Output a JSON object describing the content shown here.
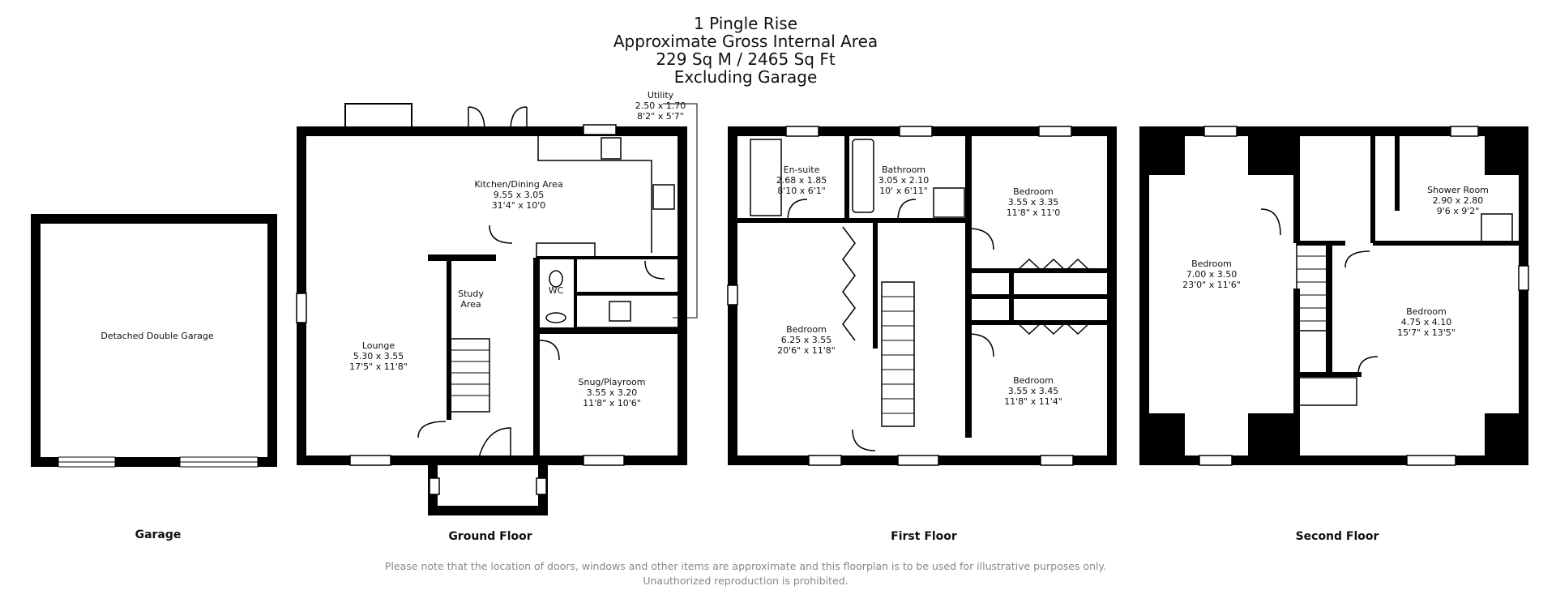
{
  "header": {
    "address": "1 Pingle Rise",
    "area_label": "Approximate Gross Internal Area",
    "area_value": "229 Sq M / 2465 Sq Ft",
    "note": "Excluding Garage"
  },
  "floors": {
    "garage": "Garage",
    "ground": "Ground Floor",
    "first": "First Floor",
    "second": "Second Floor"
  },
  "rooms": {
    "garage": {
      "name": "Detached Double Garage"
    },
    "lounge": {
      "name": "Lounge",
      "metric": "5.30 x 3.55",
      "imperial": "17'5\" x 11'8\""
    },
    "kitchen": {
      "name": "Kitchen/Dining Area",
      "metric": "9.55 x 3.05",
      "imperial": "31'4\" x 10'0"
    },
    "utility": {
      "name": "Utility",
      "metric": "2.50 x 1.70",
      "imperial": "8'2\" x 5'7\""
    },
    "study": {
      "name1": "Study",
      "name2": "Area"
    },
    "wc": {
      "name": "WC"
    },
    "snug": {
      "name": "Snug/Playroom",
      "metric": "3.55 x 3.20",
      "imperial": "11'8\" x 10'6\""
    },
    "ensuite": {
      "name": "En-suite",
      "metric": "2.68 x 1.85",
      "imperial": "8'10 x 6'1\""
    },
    "bathroom": {
      "name": "Bathroom",
      "metric": "3.05 x 2.10",
      "imperial": "10' x 6'11\""
    },
    "bed_ff_tr": {
      "name": "Bedroom",
      "metric": "3.55 x 3.35",
      "imperial": "11'8\" x 11'0"
    },
    "bed_ff_main": {
      "name": "Bedroom",
      "metric": "6.25 x 3.55",
      "imperial": "20'6\" x 11'8\""
    },
    "bed_ff_br": {
      "name": "Bedroom",
      "metric": "3.55 x 3.45",
      "imperial": "11'8\" x 11'4\""
    },
    "bed_sf_left": {
      "name": "Bedroom",
      "metric": "7.00 x 3.50",
      "imperial": "23'0\" x 11'6\""
    },
    "shower": {
      "name": "Shower Room",
      "metric": "2.90 x 2.80",
      "imperial": "9'6 x 9'2\""
    },
    "bed_sf_right": {
      "name": "Bedroom",
      "metric": "4.75 x 4.10",
      "imperial": "15'7\" x 13'5\""
    }
  },
  "disclaimer": "Please note that the location of doors, windows and other items are approximate and this floorplan is to be used for illustrative purposes only. Unauthorized reproduction is prohibited."
}
